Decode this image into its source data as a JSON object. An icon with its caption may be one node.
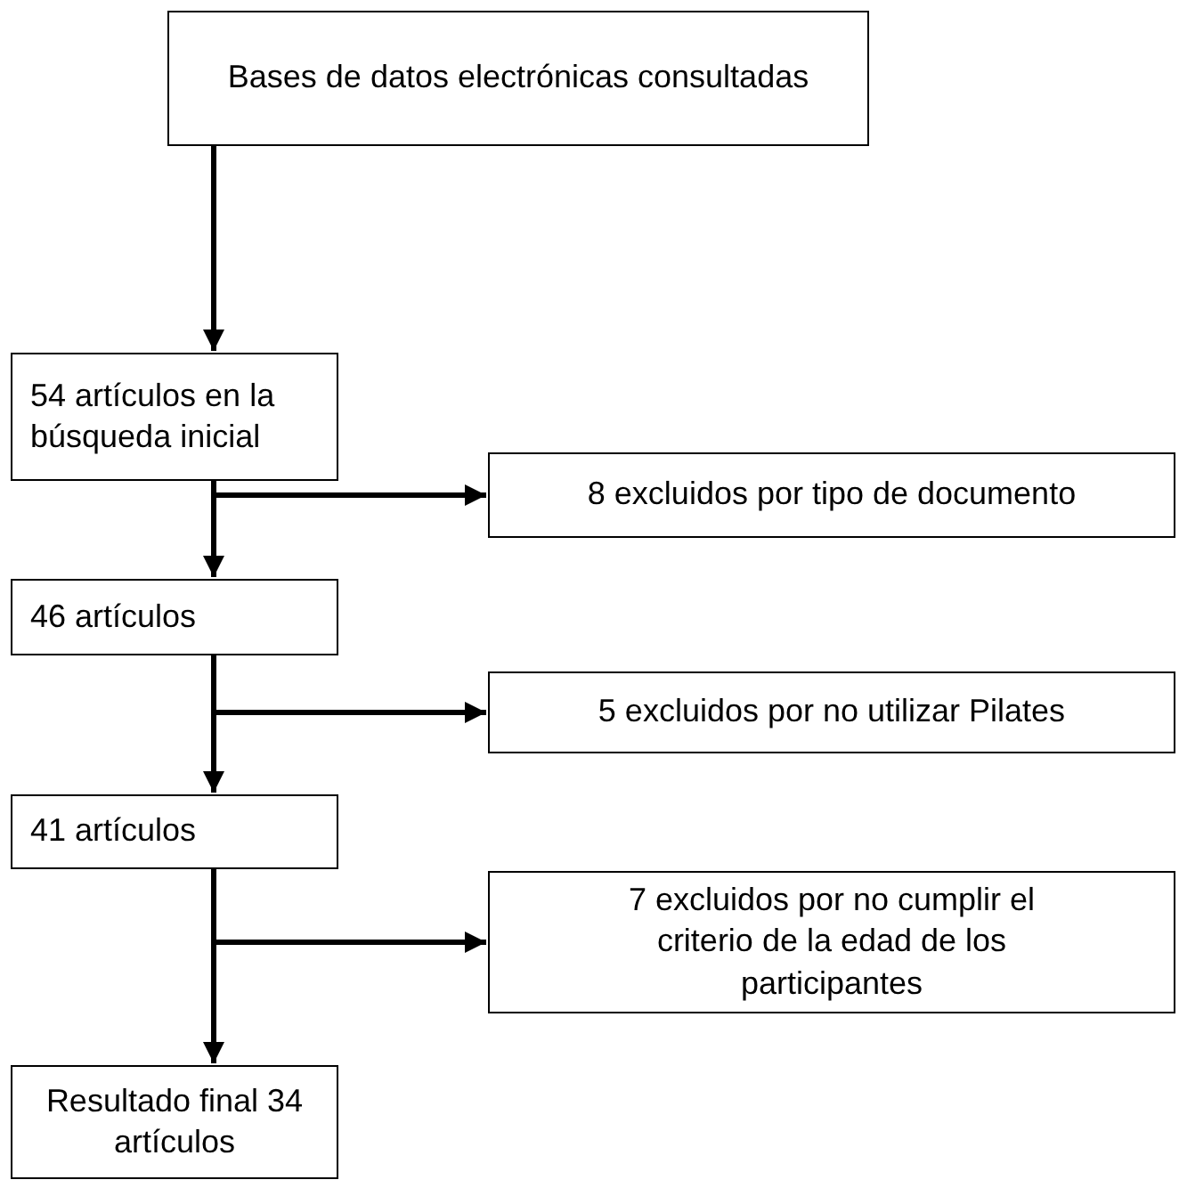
{
  "diagram": {
    "nodes": [
      {
        "text": [
          "Bases de datos electrónicas consultadas"
        ]
      },
      {
        "text": [
          "54 artículos en la búsqueda inicial"
        ]
      },
      {
        "text": [
          "8 excluidos por tipo de documento"
        ]
      },
      {
        "text": [
          "46 artículos"
        ]
      },
      {
        "text": [
          "5 excluidos por no utilizar Pilates"
        ]
      },
      {
        "text": [
          "41 artículos"
        ]
      },
      {
        "text": [
          "7 excluidos por no cumplir el criterio de la edad de los participantes"
        ]
      },
      {
        "text": [
          "Resultado final 34 artículos"
        ]
      }
    ],
    "edges": [
      {
        "from": 0,
        "to": 1,
        "arrow": "to"
      },
      {
        "from": 1,
        "to": 3,
        "arrow": "to"
      },
      {
        "from": 1,
        "to": 2,
        "arrow": "to"
      },
      {
        "from": 3,
        "to": 5,
        "arrow": "to"
      },
      {
        "from": 3,
        "to": 4,
        "arrow": "to"
      },
      {
        "from": 5,
        "to": 7,
        "arrow": "to"
      },
      {
        "from": 5,
        "to": 6,
        "arrow": "to"
      }
    ]
  }
}
